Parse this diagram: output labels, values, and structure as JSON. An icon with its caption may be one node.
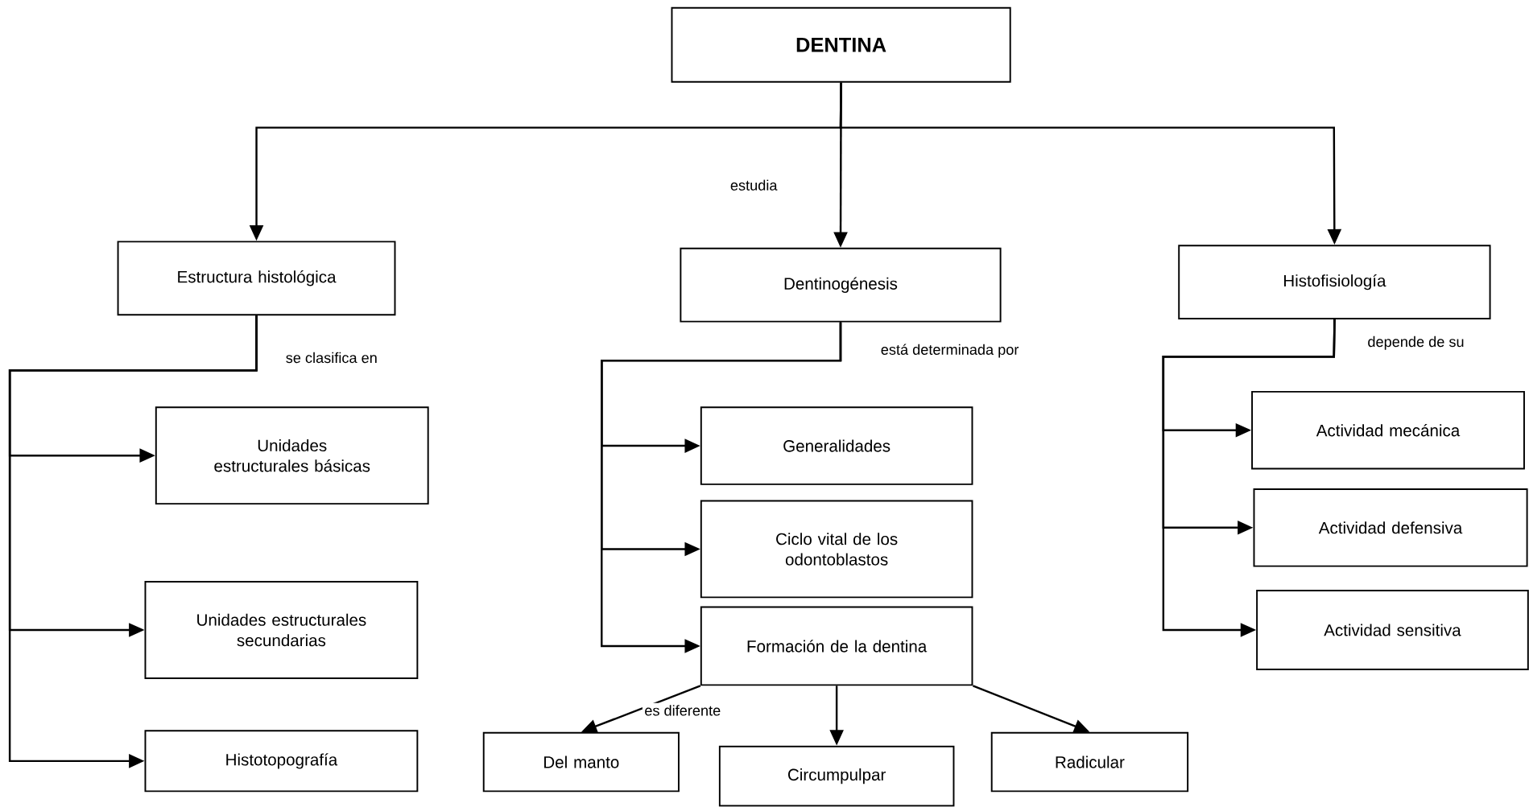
{
  "diagram": {
    "nodes": [
      {
        "text": [
          "DENTINA"
        ]
      },
      {
        "text": [
          "Estructura histológica"
        ]
      },
      {
        "text": [
          "Dentinogénesis"
        ]
      },
      {
        "text": [
          "Histofisiología"
        ]
      },
      {
        "text": [
          "Unidades estructurales básicas"
        ]
      },
      {
        "text": [
          "Unidades estructurales secundarias"
        ]
      },
      {
        "text": [
          "Histotopografía"
        ]
      },
      {
        "text": [
          "Generalidades"
        ]
      },
      {
        "text": [
          "Ciclo vital de los odontoblastos"
        ]
      },
      {
        "text": [
          "Formación de la dentina"
        ]
      },
      {
        "text": [
          "Del manto"
        ]
      },
      {
        "text": [
          "Circumpulpar"
        ]
      },
      {
        "text": [
          "Radicular"
        ]
      },
      {
        "text": [
          "Actividad mecánica"
        ]
      },
      {
        "text": [
          "Actividad defensiva"
        ]
      },
      {
        "text": [
          "Actividad sensitiva"
        ]
      }
    ],
    "edges": [
      {
        "from": 0,
        "to": 1,
        "arrow": "to"
      },
      {
        "from": 0,
        "to": 2,
        "arrow": "to",
        "label": "estudia"
      },
      {
        "from": 0,
        "to": 3,
        "arrow": "to"
      },
      {
        "from": 1,
        "to": 4,
        "arrow": "to",
        "label": "se clasifica en"
      },
      {
        "from": 1,
        "to": 5,
        "arrow": "to"
      },
      {
        "from": 1,
        "to": 6,
        "arrow": "to"
      },
      {
        "from": 2,
        "to": 7,
        "arrow": "to",
        "label": "está determinada por"
      },
      {
        "from": 2,
        "to": 8,
        "arrow": "to"
      },
      {
        "from": 2,
        "to": 9,
        "arrow": "to"
      },
      {
        "from": 3,
        "to": 13,
        "arrow": "to",
        "label": "depende de su"
      },
      {
        "from": 3,
        "to": 14,
        "arrow": "to"
      },
      {
        "from": 3,
        "to": 15,
        "arrow": "to"
      },
      {
        "from": 9,
        "to": 10,
        "arrow": "to",
        "label": "es diferente"
      },
      {
        "from": 9,
        "to": 11,
        "arrow": "to"
      },
      {
        "from": 9,
        "to": 12,
        "arrow": "to"
      }
    ]
  }
}
